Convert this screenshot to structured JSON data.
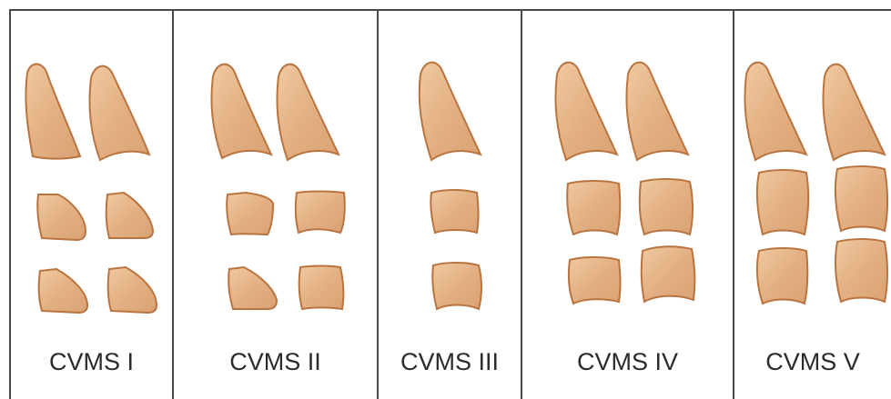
{
  "panels": [
    {
      "label": "CVMS I"
    },
    {
      "label": "CVMS II"
    },
    {
      "label": "CVMS III"
    },
    {
      "label": "CVMS IV"
    },
    {
      "label": "CVMS V"
    }
  ],
  "colors": {
    "bone_fill": "#e6b68a",
    "bone_stroke": "#b9743f",
    "divider": "#4a4a4a"
  }
}
